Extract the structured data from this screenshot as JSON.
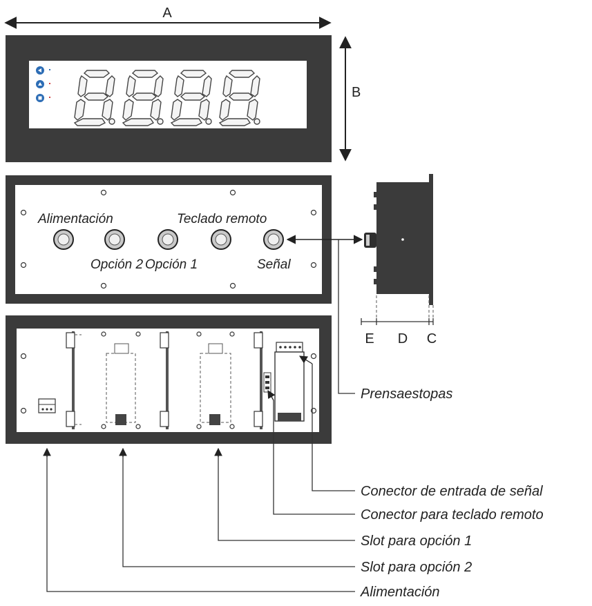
{
  "dimensions": {
    "a": "A",
    "b": "B",
    "c": "C",
    "d": "D",
    "e": "E"
  },
  "rear_labels": {
    "alimentacion": "Alimentación",
    "teclado_remoto": "Teclado remoto",
    "opcion2": "Opción 2",
    "opcion1": "Opción 1",
    "senal": "Señal"
  },
  "callouts": {
    "prensaestopas": "Prensaestopas",
    "conector_senal": "Conector de entrada de señal",
    "conector_teclado": "Conector para teclado remoto",
    "slot_opcion1": "Slot para opción 1",
    "slot_opcion2": "Slot para opción 2",
    "alimentacion": "Alimentación"
  },
  "colors": {
    "frame": "#3b3b3b",
    "panel": "#ffffff",
    "button_blue": "#2d6db5",
    "line": "#333333"
  }
}
